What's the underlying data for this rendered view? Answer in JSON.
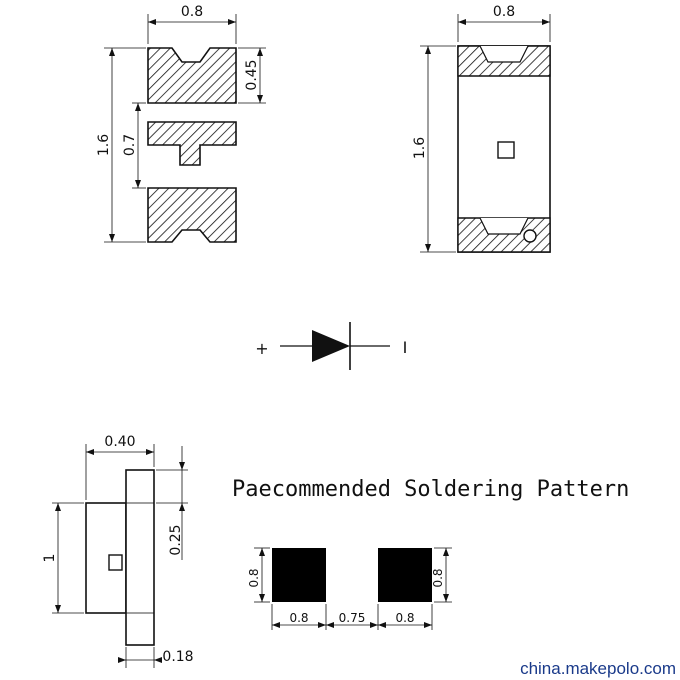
{
  "top_left_view": {
    "width_label": "0.8",
    "height_label": "1.6",
    "terminal_label": "0.45",
    "gap_label": "0.7"
  },
  "top_right_view": {
    "width_label": "0.8",
    "height_label": "1.6"
  },
  "symbol": {
    "plus": "+",
    "minus": "I"
  },
  "side_view": {
    "width_label": "0.40",
    "height_label": "1",
    "offset_label": "0.25",
    "bottom_label": "0.18"
  },
  "pattern": {
    "title": "Paecommended Soldering Pattern",
    "pad_height_left": "0.8",
    "pad_height_right": "0.8",
    "pad_width_left": "0.8",
    "gap": "0.75",
    "pad_width_right": "0.8"
  },
  "watermark": "china.makepolo.com"
}
